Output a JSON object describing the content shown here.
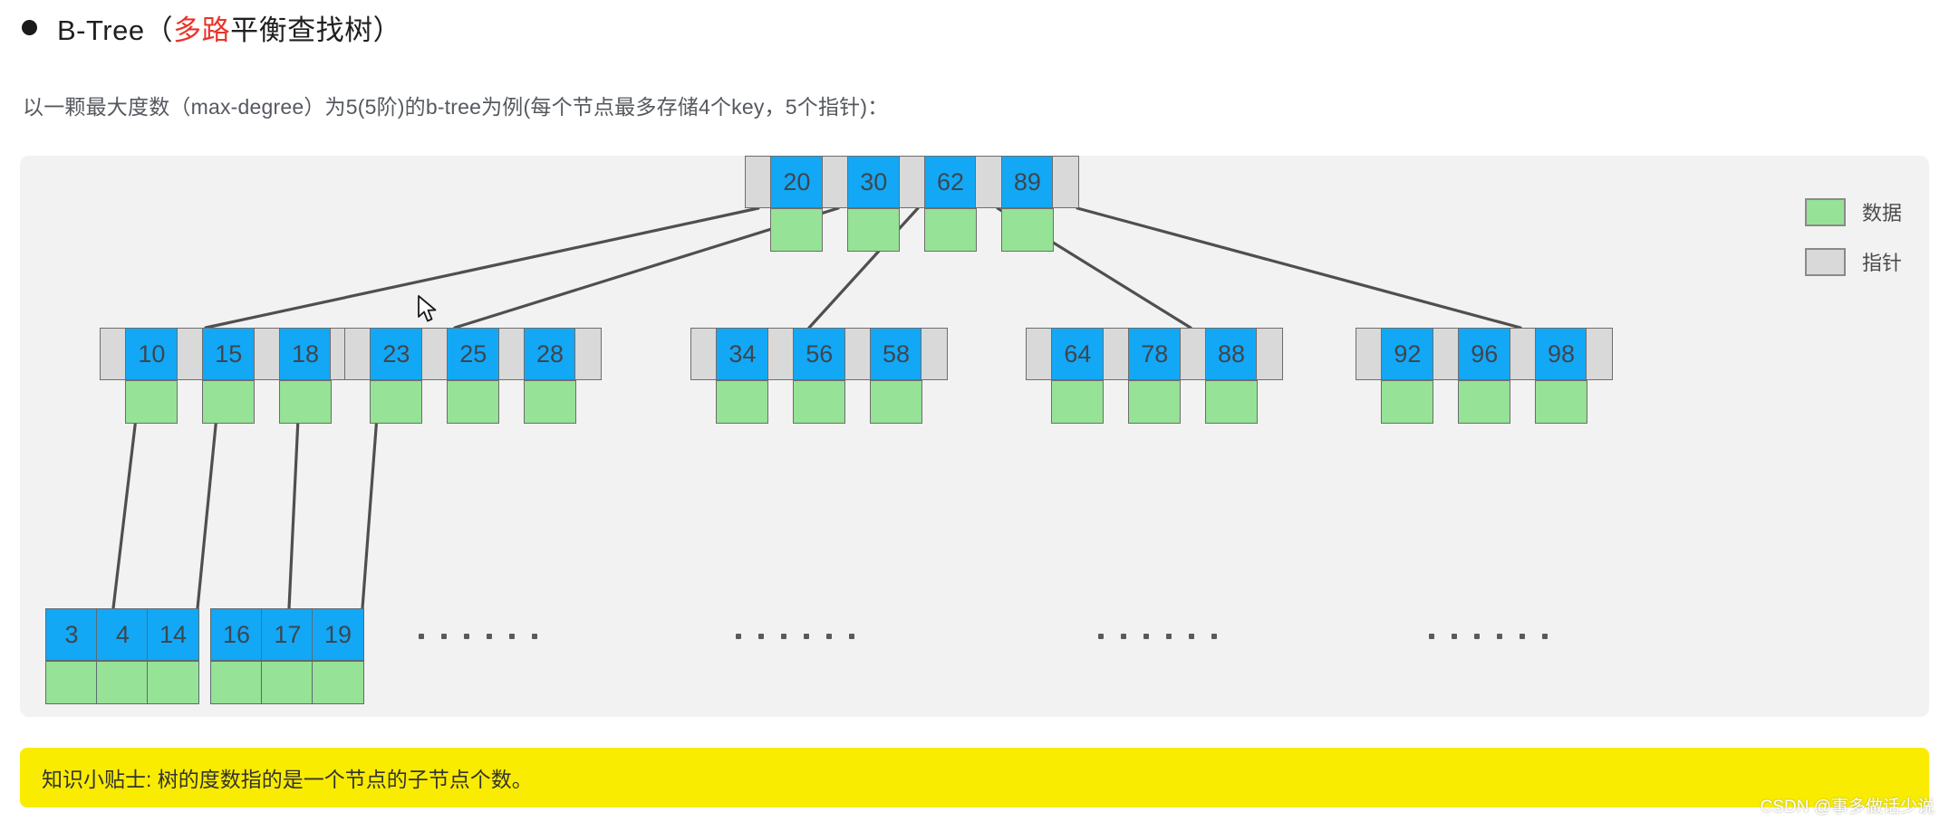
{
  "heading": {
    "prefix": "B-Tree（",
    "highlight": "多路",
    "suffix": "平衡查找树）"
  },
  "subtitle": "以一颗最大度数（max-degree）为5(5阶)的b-tree为例(每个节点最多存储4个key，5个指针)：",
  "legend": {
    "items": [
      {
        "label": "数据",
        "swatch": "green",
        "color": "#96e296"
      },
      {
        "label": "指针",
        "swatch": "gray",
        "color": "#d9d9d9"
      }
    ]
  },
  "tip": "知识小贴士: 树的度数指的是一个节点的子节点个数。",
  "watermark": "CSDN @事多做话少说",
  "colors": {
    "key": "#12a8f6",
    "data": "#96e296",
    "pointer": "#d9d9d9",
    "stroke": "#6d6d6d",
    "canvas": "#f2f2f2",
    "tipbar": "#f9ec00",
    "highlight": "#e8342a"
  },
  "chart_data": {
    "type": "diagram",
    "title": "B-Tree (max-degree 5)",
    "levels": [
      {
        "level": 0,
        "nodes": [
          {
            "id": "root",
            "keys": [
              "20",
              "30",
              "62",
              "89"
            ],
            "pointers": 5,
            "has_data_cells": true
          }
        ]
      },
      {
        "level": 1,
        "nodes": [
          {
            "id": "n1",
            "keys": [
              "10",
              "15",
              "18"
            ],
            "pointers": 4,
            "has_data_cells": true
          },
          {
            "id": "n2",
            "keys": [
              "23",
              "25",
              "28"
            ],
            "pointers": 4,
            "has_data_cells": true
          },
          {
            "id": "n3",
            "keys": [
              "34",
              "56",
              "58"
            ],
            "pointers": 4,
            "has_data_cells": true
          },
          {
            "id": "n4",
            "keys": [
              "64",
              "78",
              "88"
            ],
            "pointers": 4,
            "has_data_cells": true
          },
          {
            "id": "n5",
            "keys": [
              "92",
              "96",
              "98"
            ],
            "pointers": 4,
            "has_data_cells": true
          }
        ]
      },
      {
        "level": 2,
        "nodes": [
          {
            "id": "l1",
            "keys": [
              "3",
              "4"
            ],
            "pointers": 0,
            "has_data_cells": true
          },
          {
            "id": "l2",
            "keys": [
              "14"
            ],
            "pointers": 0,
            "has_data_cells": true
          },
          {
            "id": "l3",
            "keys": [
              "16",
              "17"
            ],
            "pointers": 0,
            "has_data_cells": true
          },
          {
            "id": "l4",
            "keys": [
              "19"
            ],
            "pointers": 0,
            "has_data_cells": true
          }
        ],
        "ellipsis_count": 4,
        "ellipsis_dots": 6
      }
    ],
    "edges": [
      "root.p0 -> n1",
      "root.p1 -> n2",
      "root.p2 -> n3",
      "root.p3 -> n4",
      "root.p4 -> n5",
      "n1.p0 -> l1",
      "n1.p1 -> l2",
      "n1.p2 -> l3",
      "n1.p3 -> l4"
    ]
  }
}
